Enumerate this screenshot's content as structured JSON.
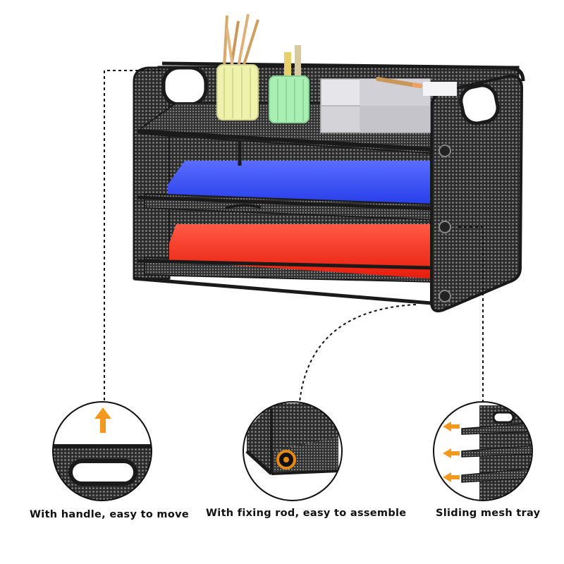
{
  "features": [
    {
      "caption": "With handle, easy to move"
    },
    {
      "caption": "With fixing rod, easy to assemble"
    },
    {
      "caption": "Sliding mesh tray"
    }
  ],
  "colors": {
    "frame": "#222222",
    "mesh": "#3a3a3a",
    "blue_paper": "#2f4dff",
    "red_paper": "#ff2a1a",
    "arrow": "#f39a1e",
    "cup_yellow": "#ecf0a8",
    "cup_green": "#a8ecb0"
  },
  "icons": [
    "handle-detail-icon",
    "fixing-rod-detail-icon",
    "sliding-tray-detail-icon",
    "up-arrow-icon",
    "left-arrow-icon"
  ]
}
